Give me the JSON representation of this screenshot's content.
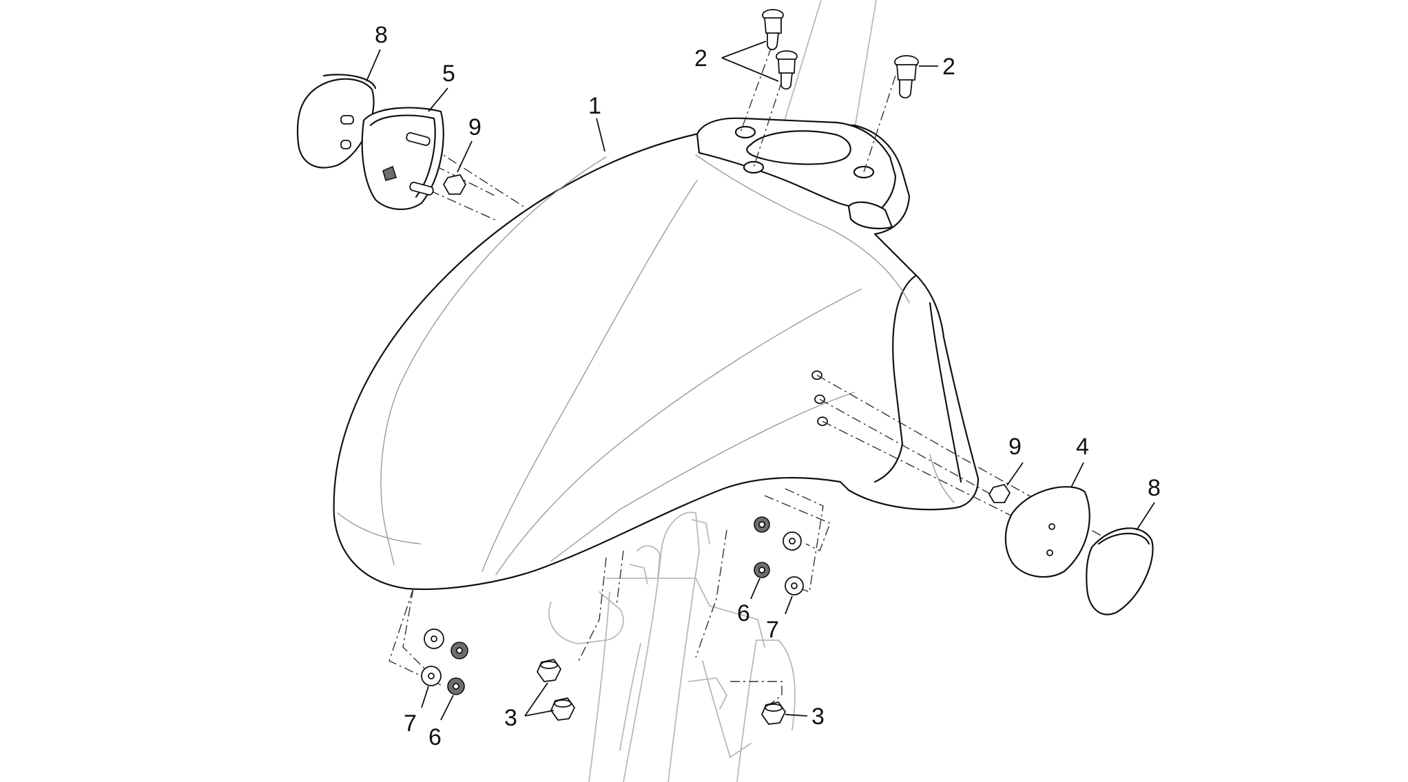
{
  "diagram": {
    "callouts": {
      "fender": "1",
      "screw_top_pair": "2",
      "screw_right": "2",
      "nut_bottom_left": "3",
      "nut_bottom_right": "3",
      "reflector_housing_right": "4",
      "reflector_housing_left": "5",
      "washer_left": "6",
      "washer_right": "6",
      "washer_flat_left": "7",
      "washer_flat_right": "7",
      "reflector_cap_left": "8",
      "reflector_cap_right": "8",
      "nut_left": "9",
      "nut_right": "9"
    }
  }
}
